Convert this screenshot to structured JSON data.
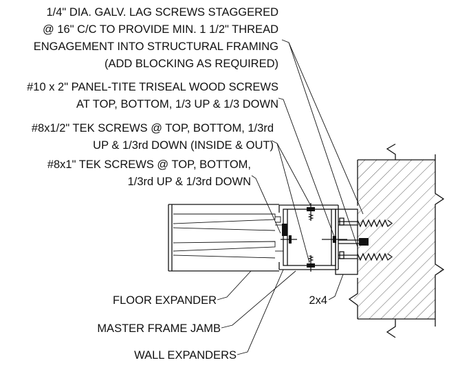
{
  "colors": {
    "line": "#111111",
    "background": "#ffffff"
  },
  "callouts": {
    "lag_screws": [
      "1/4\" DIA. GALV. LAG SCREWS STAGGERED",
      "@ 16\" C/C TO PROVIDE MIN. 1 1/2\" THREAD",
      "ENGAGEMENT INTO STRUCTURAL FRAMING",
      "(ADD BLOCKING AS REQUIRED)"
    ],
    "panel_tite": [
      "#10 x 2\" PANEL-TITE TRISEAL WOOD SCREWS",
      "AT TOP, BOTTOM, 1/3 UP & 1/3 DOWN"
    ],
    "tek_half": [
      "#8x1/2\" TEK SCREWS @ TOP, BOTTOM, 1/3rd",
      "UP & 1/3rd DOWN (INSIDE & OUT)"
    ],
    "tek_one": [
      "#8x1\" TEK SCREWS @ TOP, BOTTOM,",
      "1/3rd UP & 1/3rd DOWN"
    ],
    "floor_expander": "FLOOR EXPANDER",
    "master_frame_jamb": "MASTER FRAME JAMB",
    "wall_expanders": "WALL EXPANDERS",
    "two_by_four": "2x4"
  }
}
